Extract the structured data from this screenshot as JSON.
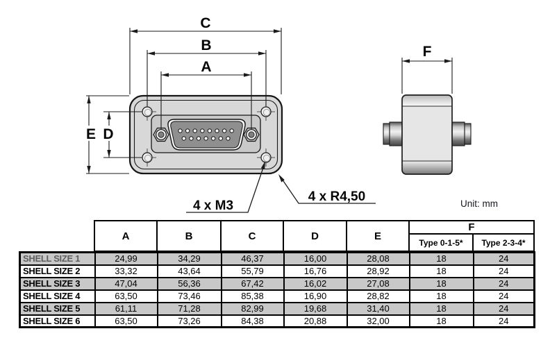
{
  "unit_label": "Unit: mm",
  "drawing": {
    "front_view": {
      "dim_c": "C",
      "dim_b": "B",
      "dim_a": "A",
      "dim_e": "E",
      "dim_d": "D",
      "callout_screws": "4 x M3",
      "callout_radius": "4 x R4,50",
      "pins_top_row": 8,
      "pins_bottom_row": 7
    },
    "side_view": {
      "dim_f": "F"
    }
  },
  "table": {
    "columns": [
      "A",
      "B",
      "C",
      "D",
      "E"
    ],
    "f": {
      "label": "F",
      "sub": [
        "Type 0-1-5*",
        "Type 2-3-4*"
      ]
    },
    "rows": [
      {
        "label": "SHELL SIZE 1",
        "values": [
          "24,99",
          "34,29",
          "46,37",
          "16,00",
          "28,08",
          "18",
          "24"
        ]
      },
      {
        "label": "SHELL SIZE 2",
        "values": [
          "33,32",
          "43,64",
          "55,79",
          "16,76",
          "28,92",
          "18",
          "24"
        ]
      },
      {
        "label": "SHELL SIZE 3",
        "values": [
          "47,04",
          "56,36",
          "67,42",
          "16,02",
          "27,08",
          "18",
          "24"
        ]
      },
      {
        "label": "SHELL SIZE 4",
        "values": [
          "63,50",
          "73,46",
          "85,38",
          "16,90",
          "28,82",
          "18",
          "24"
        ]
      },
      {
        "label": "SHELL SIZE 5",
        "values": [
          "61,11",
          "71,28",
          "82,99",
          "19,68",
          "31,40",
          "18",
          "24"
        ]
      },
      {
        "label": "SHELL SIZE 6",
        "values": [
          "63,50",
          "73,26",
          "84,38",
          "20,88",
          "32,00",
          "18",
          "24"
        ]
      }
    ]
  },
  "colors": {
    "line": "#1a1a1a",
    "row_shaded": "#c8c8c8",
    "row_plain": "#ffffff",
    "metal_flange": "#d8d8d8",
    "metal_panel": "#c9c9c9",
    "metal_insert": "#8f8f8f",
    "metal_side_body": "#e6e6e6"
  }
}
